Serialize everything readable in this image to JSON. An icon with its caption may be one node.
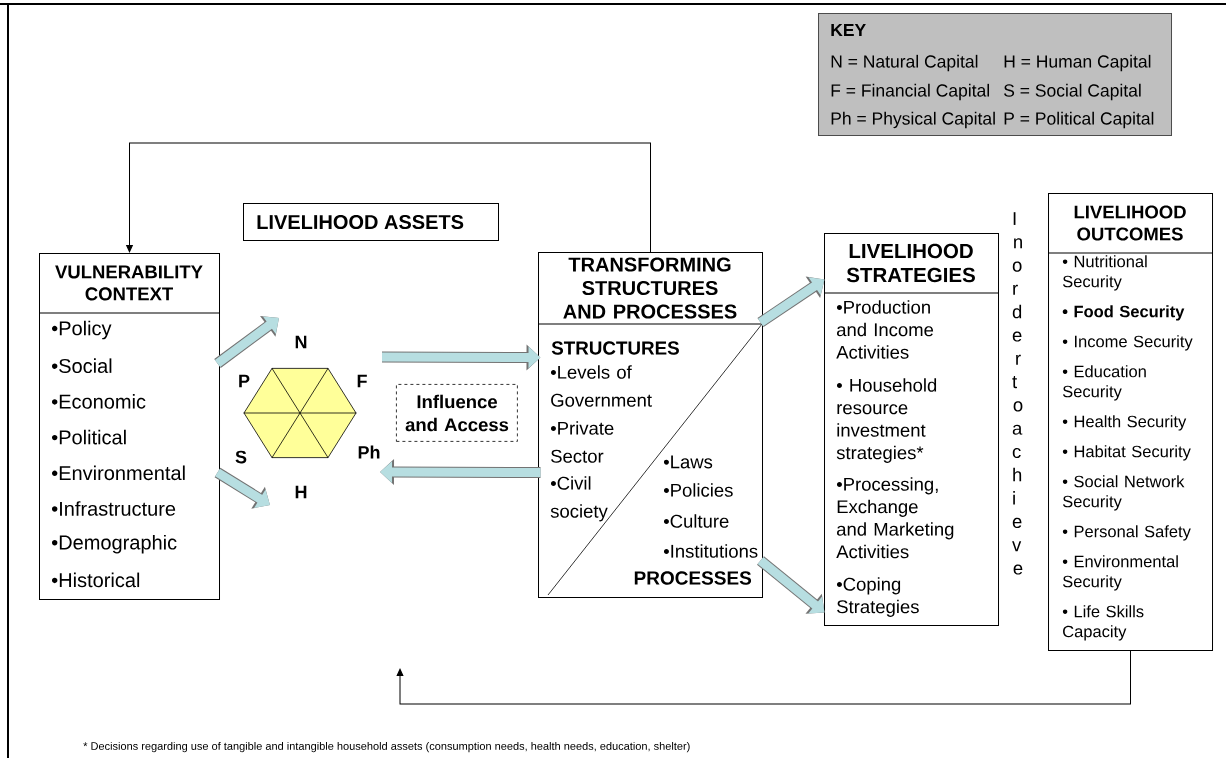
{
  "diagram": {
    "nodes": [
      {
        "text": [
          "KEY",
          "N = Natural Capital",
          "H = Human Capital",
          "F = Financial Capital",
          "S = Social Capital",
          "Ph = Physical Capital",
          "P = Political Capital"
        ]
      },
      {
        "text": [
          "LIVELIHOOD ASSETS"
        ]
      },
      {
        "text": [
          "VULNERABILITY CONTEXT",
          "•Policy",
          "•Social",
          "•Economic",
          "•Political",
          "•Environmental",
          "•Infrastructure",
          "•Demographic",
          "•Historical"
        ]
      },
      {
        "text": [],
        "shape": "hexagon",
        "beside": [
          "N",
          "F",
          "Ph",
          "H",
          "S",
          "P"
        ]
      },
      {
        "text": [
          "Influence and Access"
        ]
      },
      {
        "text": [
          "TRANSFORMING STRUCTURES AND PROCESSES",
          "STRUCTURES",
          "•Levels of Government",
          "•Private Sector",
          "•Civil society",
          "•Laws",
          "•Policies",
          "•Culture",
          "•Institutions",
          "PROCESSES"
        ]
      },
      {
        "text": [
          "LIVELIHOOD STRATEGIES",
          "•Production and Income Activities",
          "• Household resource investment strategies*",
          "•Processing, Exchange and Marketing Activities",
          "•Coping Strategies"
        ]
      },
      {
        "text": [
          "LIVELIHOOD OUTCOMES",
          "• Nutritional Security",
          "• Food Security",
          "• Income Security",
          "• Education Security",
          "• Health Security",
          "• Habitat Security",
          "• Social Network Security",
          "• Personal Safety",
          "• Environmental Security",
          "• Life Skills Capacity"
        ]
      }
    ],
    "edges": [
      {
        "from": 5,
        "to": 2,
        "arrow": "to",
        "color": "#000000"
      },
      {
        "from": 7,
        "to": null,
        "arrow": "to",
        "color": "#000000"
      },
      {
        "from": 2,
        "to": 3,
        "arrow": "to"
      },
      {
        "from": 2,
        "to": 3,
        "arrow": "to"
      },
      {
        "from": 3,
        "to": 5,
        "arrow": "to"
      },
      {
        "from": 5,
        "to": 3,
        "arrow": "to"
      },
      {
        "from": 5,
        "to": 6,
        "arrow": "to"
      },
      {
        "from": 5,
        "to": 6,
        "arrow": "to"
      }
    ],
    "labels": [
      "In order to achieve",
      "* Decisions regarding use of tangible and intangible household assets (consumption needs, health needs, education, shelter)"
    ]
  }
}
